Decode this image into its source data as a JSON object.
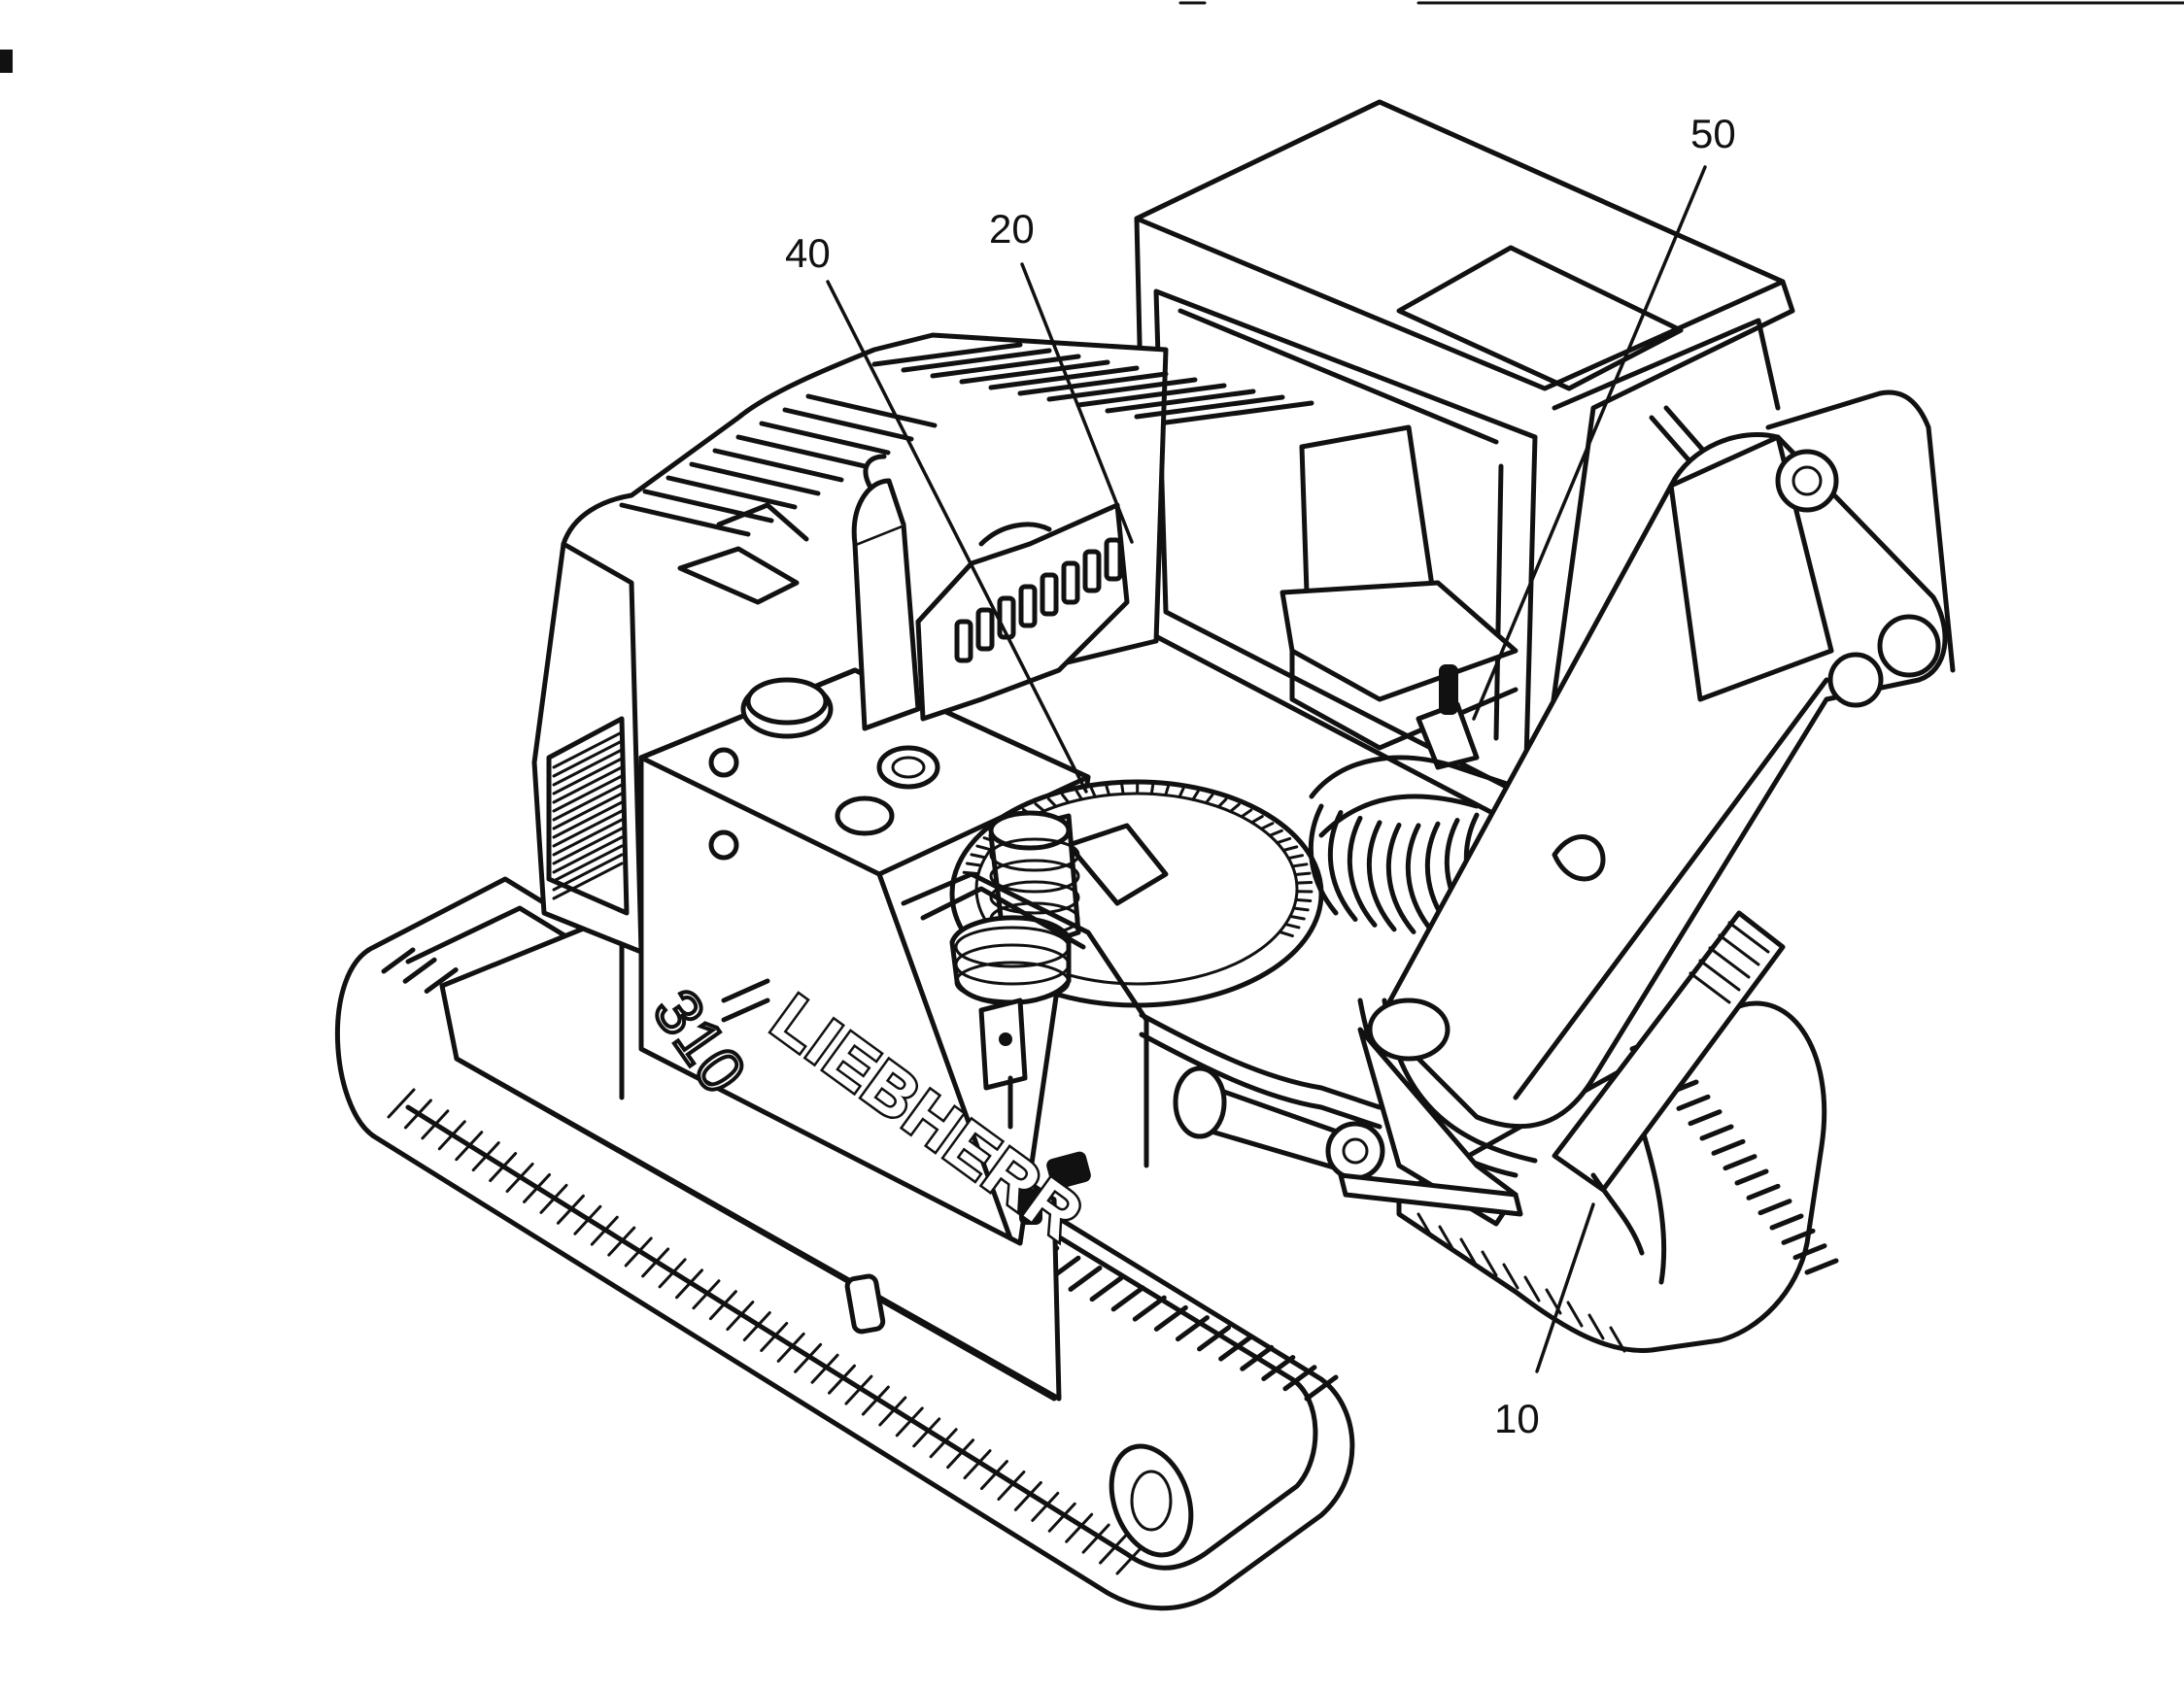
{
  "figure": {
    "subject": "crawler-excavator-line-drawing",
    "brand_text": "LIEBHERR",
    "model_text": "310"
  },
  "callouts": [
    {
      "id": "c10",
      "label": "10"
    },
    {
      "id": "c20",
      "label": "20"
    },
    {
      "id": "c40",
      "label": "40"
    },
    {
      "id": "c50",
      "label": "50"
    }
  ],
  "colors": {
    "ink": "#111111",
    "paper": "#ffffff"
  }
}
